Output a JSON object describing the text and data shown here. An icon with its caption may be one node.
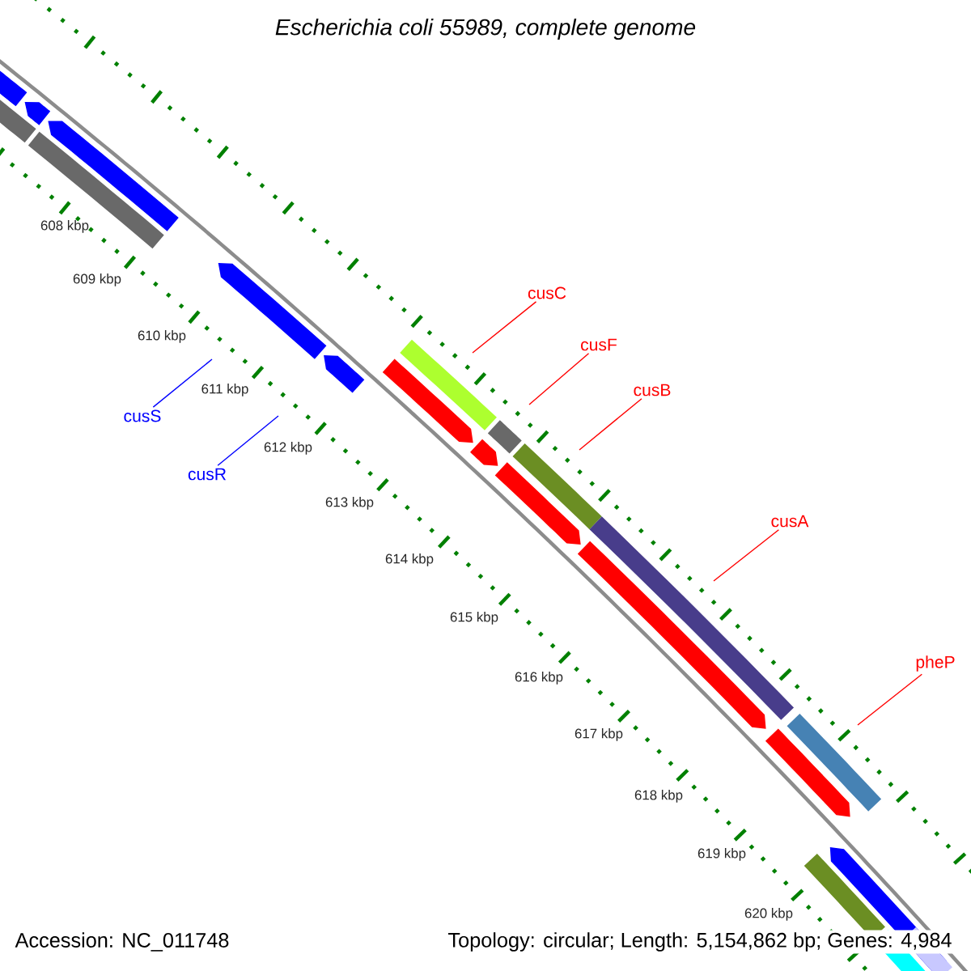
{
  "diagram": {
    "title": "Escherichia coli 55989, complete genome",
    "nodes": [
      {
        "text": [
          "cusC"
        ]
      },
      {
        "text": [
          "cusF"
        ]
      },
      {
        "text": [
          "cusB"
        ]
      },
      {
        "text": [
          "cusS"
        ]
      },
      {
        "text": [
          "cusR"
        ]
      },
      {
        "text": [
          "cusA"
        ]
      },
      {
        "text": [
          "pheP"
        ]
      }
    ],
    "edges": [
      {
        "from": 0,
        "to": null,
        "arrow": "none"
      },
      {
        "from": 1,
        "to": null,
        "arrow": "none"
      },
      {
        "from": 2,
        "to": null,
        "arrow": "none"
      },
      {
        "from": 3,
        "to": null,
        "arrow": "none",
        "color": "#0000ff"
      },
      {
        "from": 4,
        "to": null,
        "arrow": "none",
        "color": "#0000ff"
      },
      {
        "from": 5,
        "to": null,
        "arrow": "none"
      },
      {
        "from": 6,
        "to": null,
        "arrow": "none"
      }
    ],
    "labels": [
      "608 kbp",
      "609 kbp",
      "610 kbp",
      "611 kbp",
      "612 kbp",
      "613 kbp",
      "614 kbp",
      "615 kbp",
      "616 kbp",
      "617 kbp",
      "618 kbp",
      "619 kbp",
      "620 kbp",
      "Accession: NC_011748",
      "Topology: circular; Length: 5,154,862 bp; Genes: 4,984"
    ]
  }
}
